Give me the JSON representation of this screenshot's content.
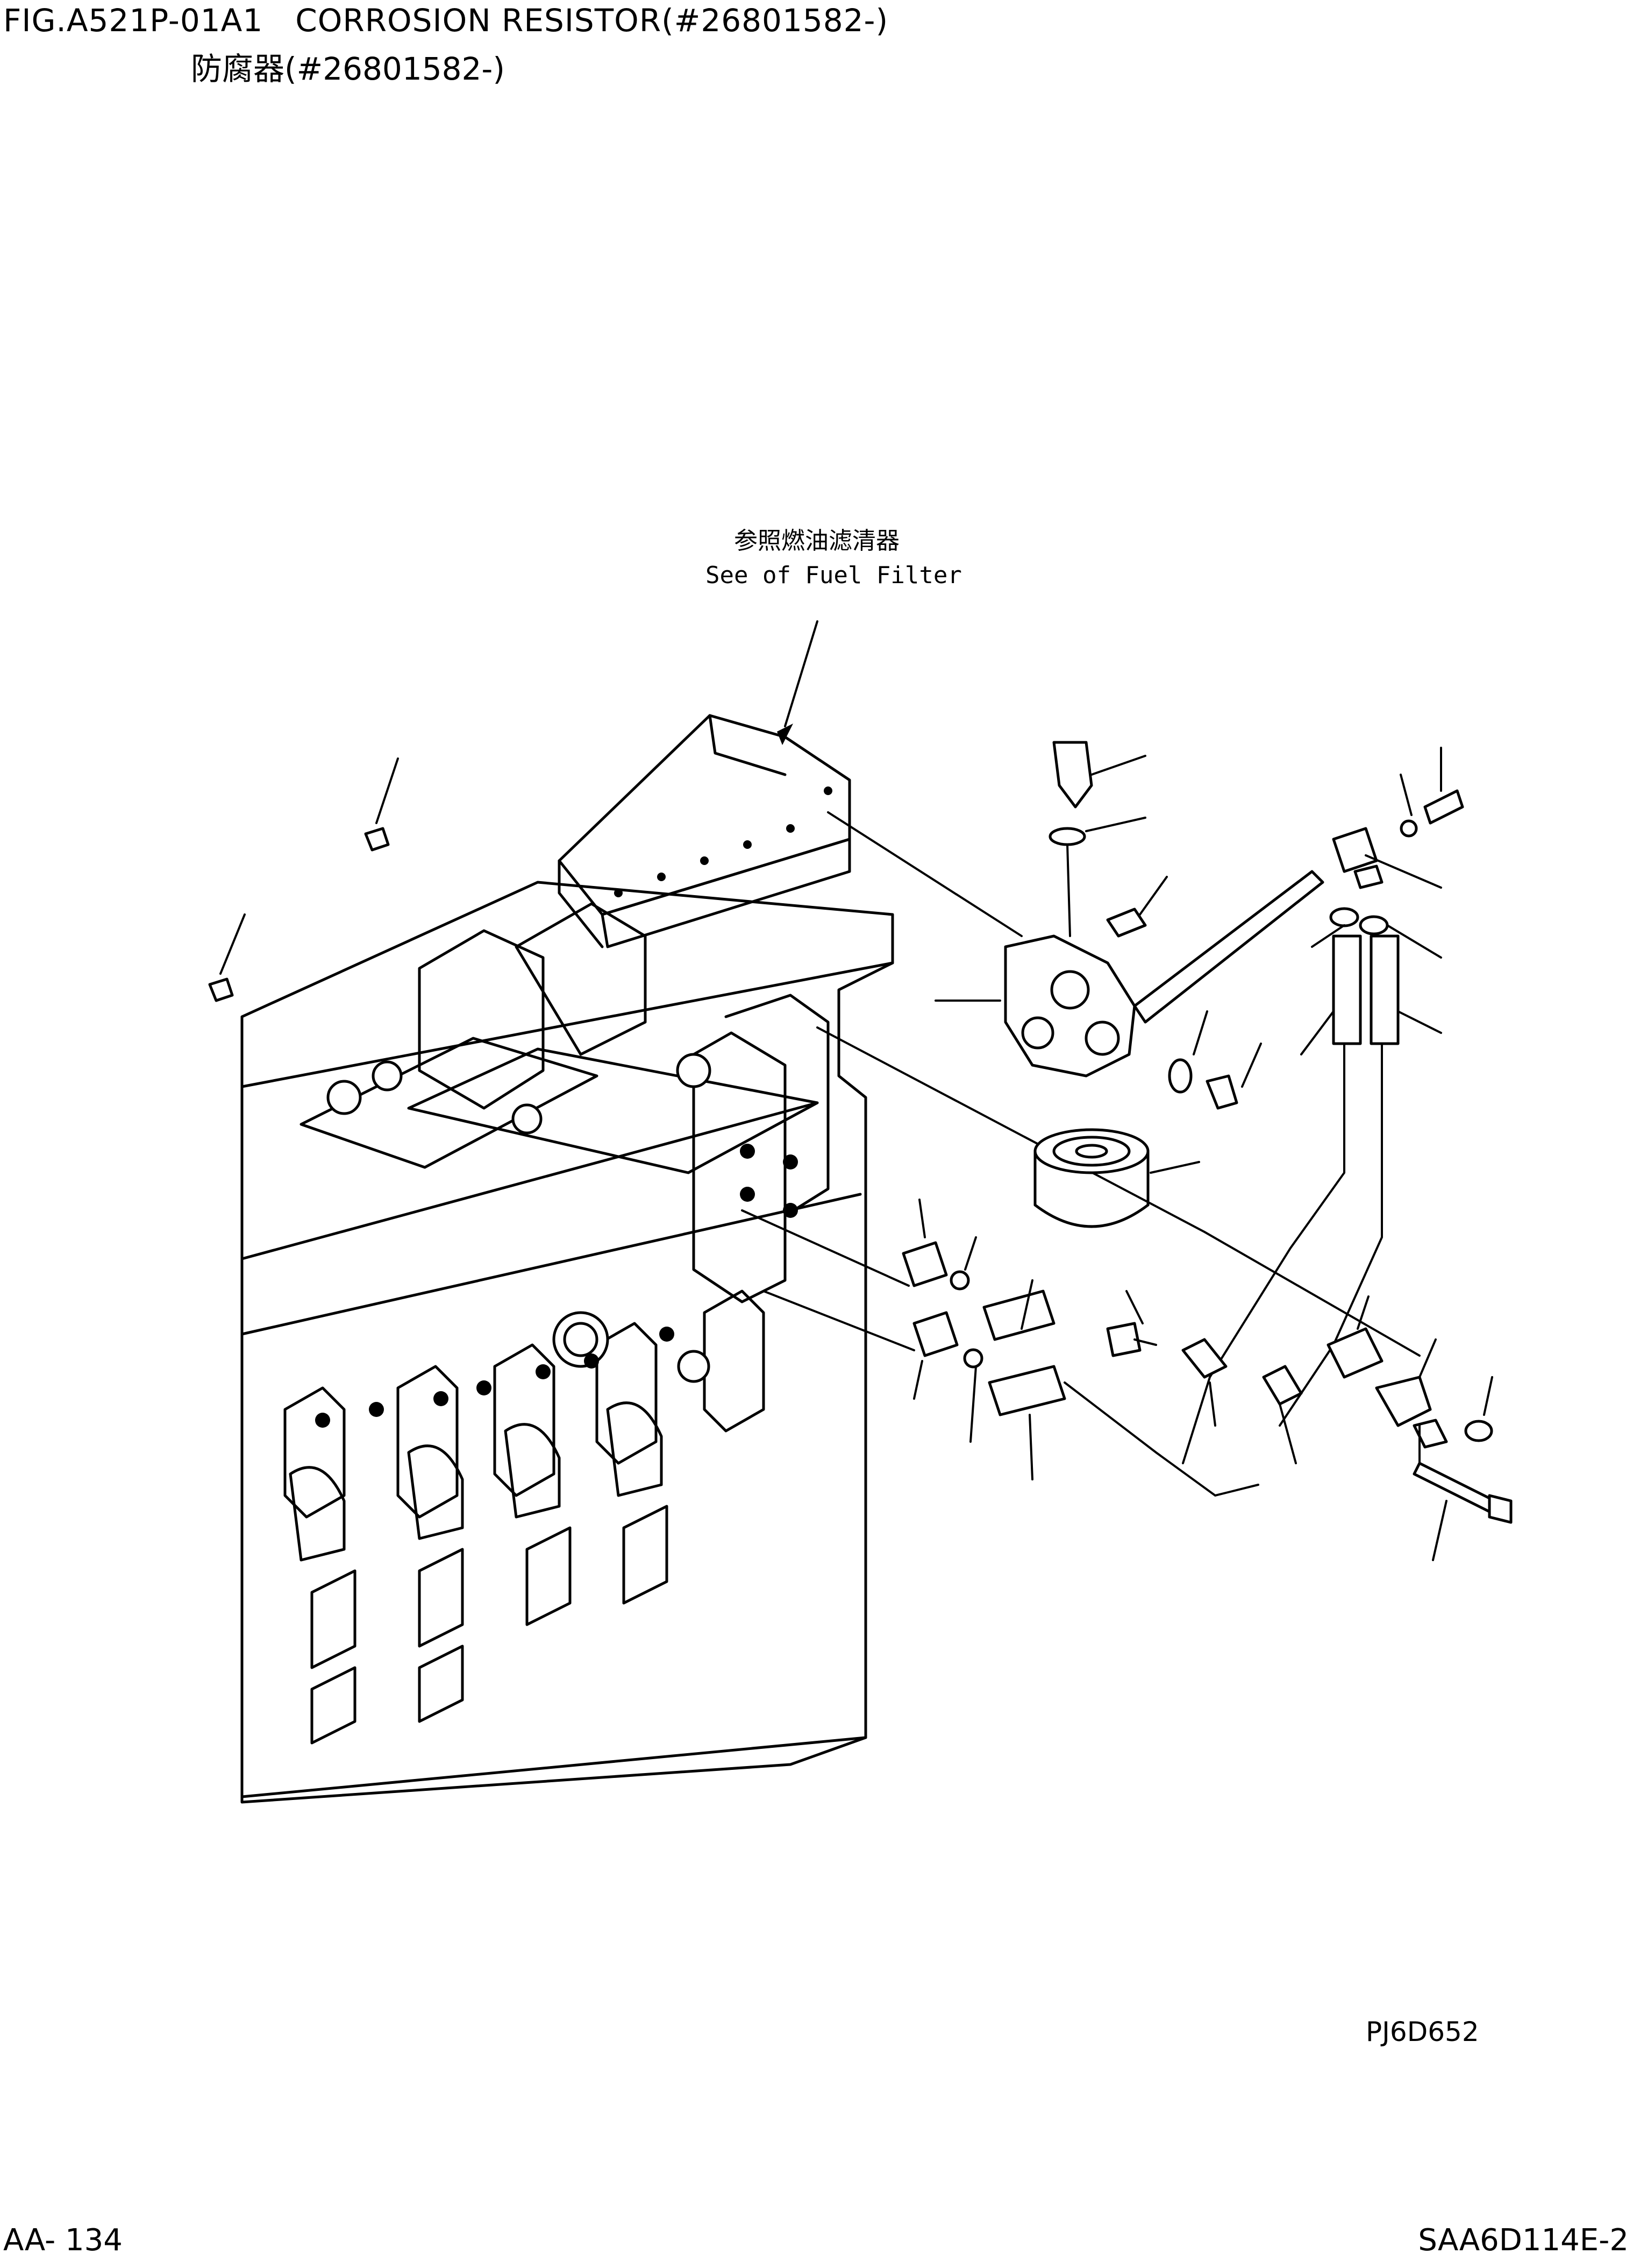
{
  "header": {
    "figure_id": "FIG.A521P-01A1",
    "title_en": "CORROSION RESISTOR(#26801582-)",
    "title_jp": "防腐器(#26801582-)"
  },
  "callout": {
    "label_jp": "参照燃油滤清器",
    "label_en": "See of Fuel Filter"
  },
  "footer": {
    "drawing_code": "PJ6D652",
    "page_number": "AA- 134",
    "model_code": "SAA6D114E-2"
  }
}
